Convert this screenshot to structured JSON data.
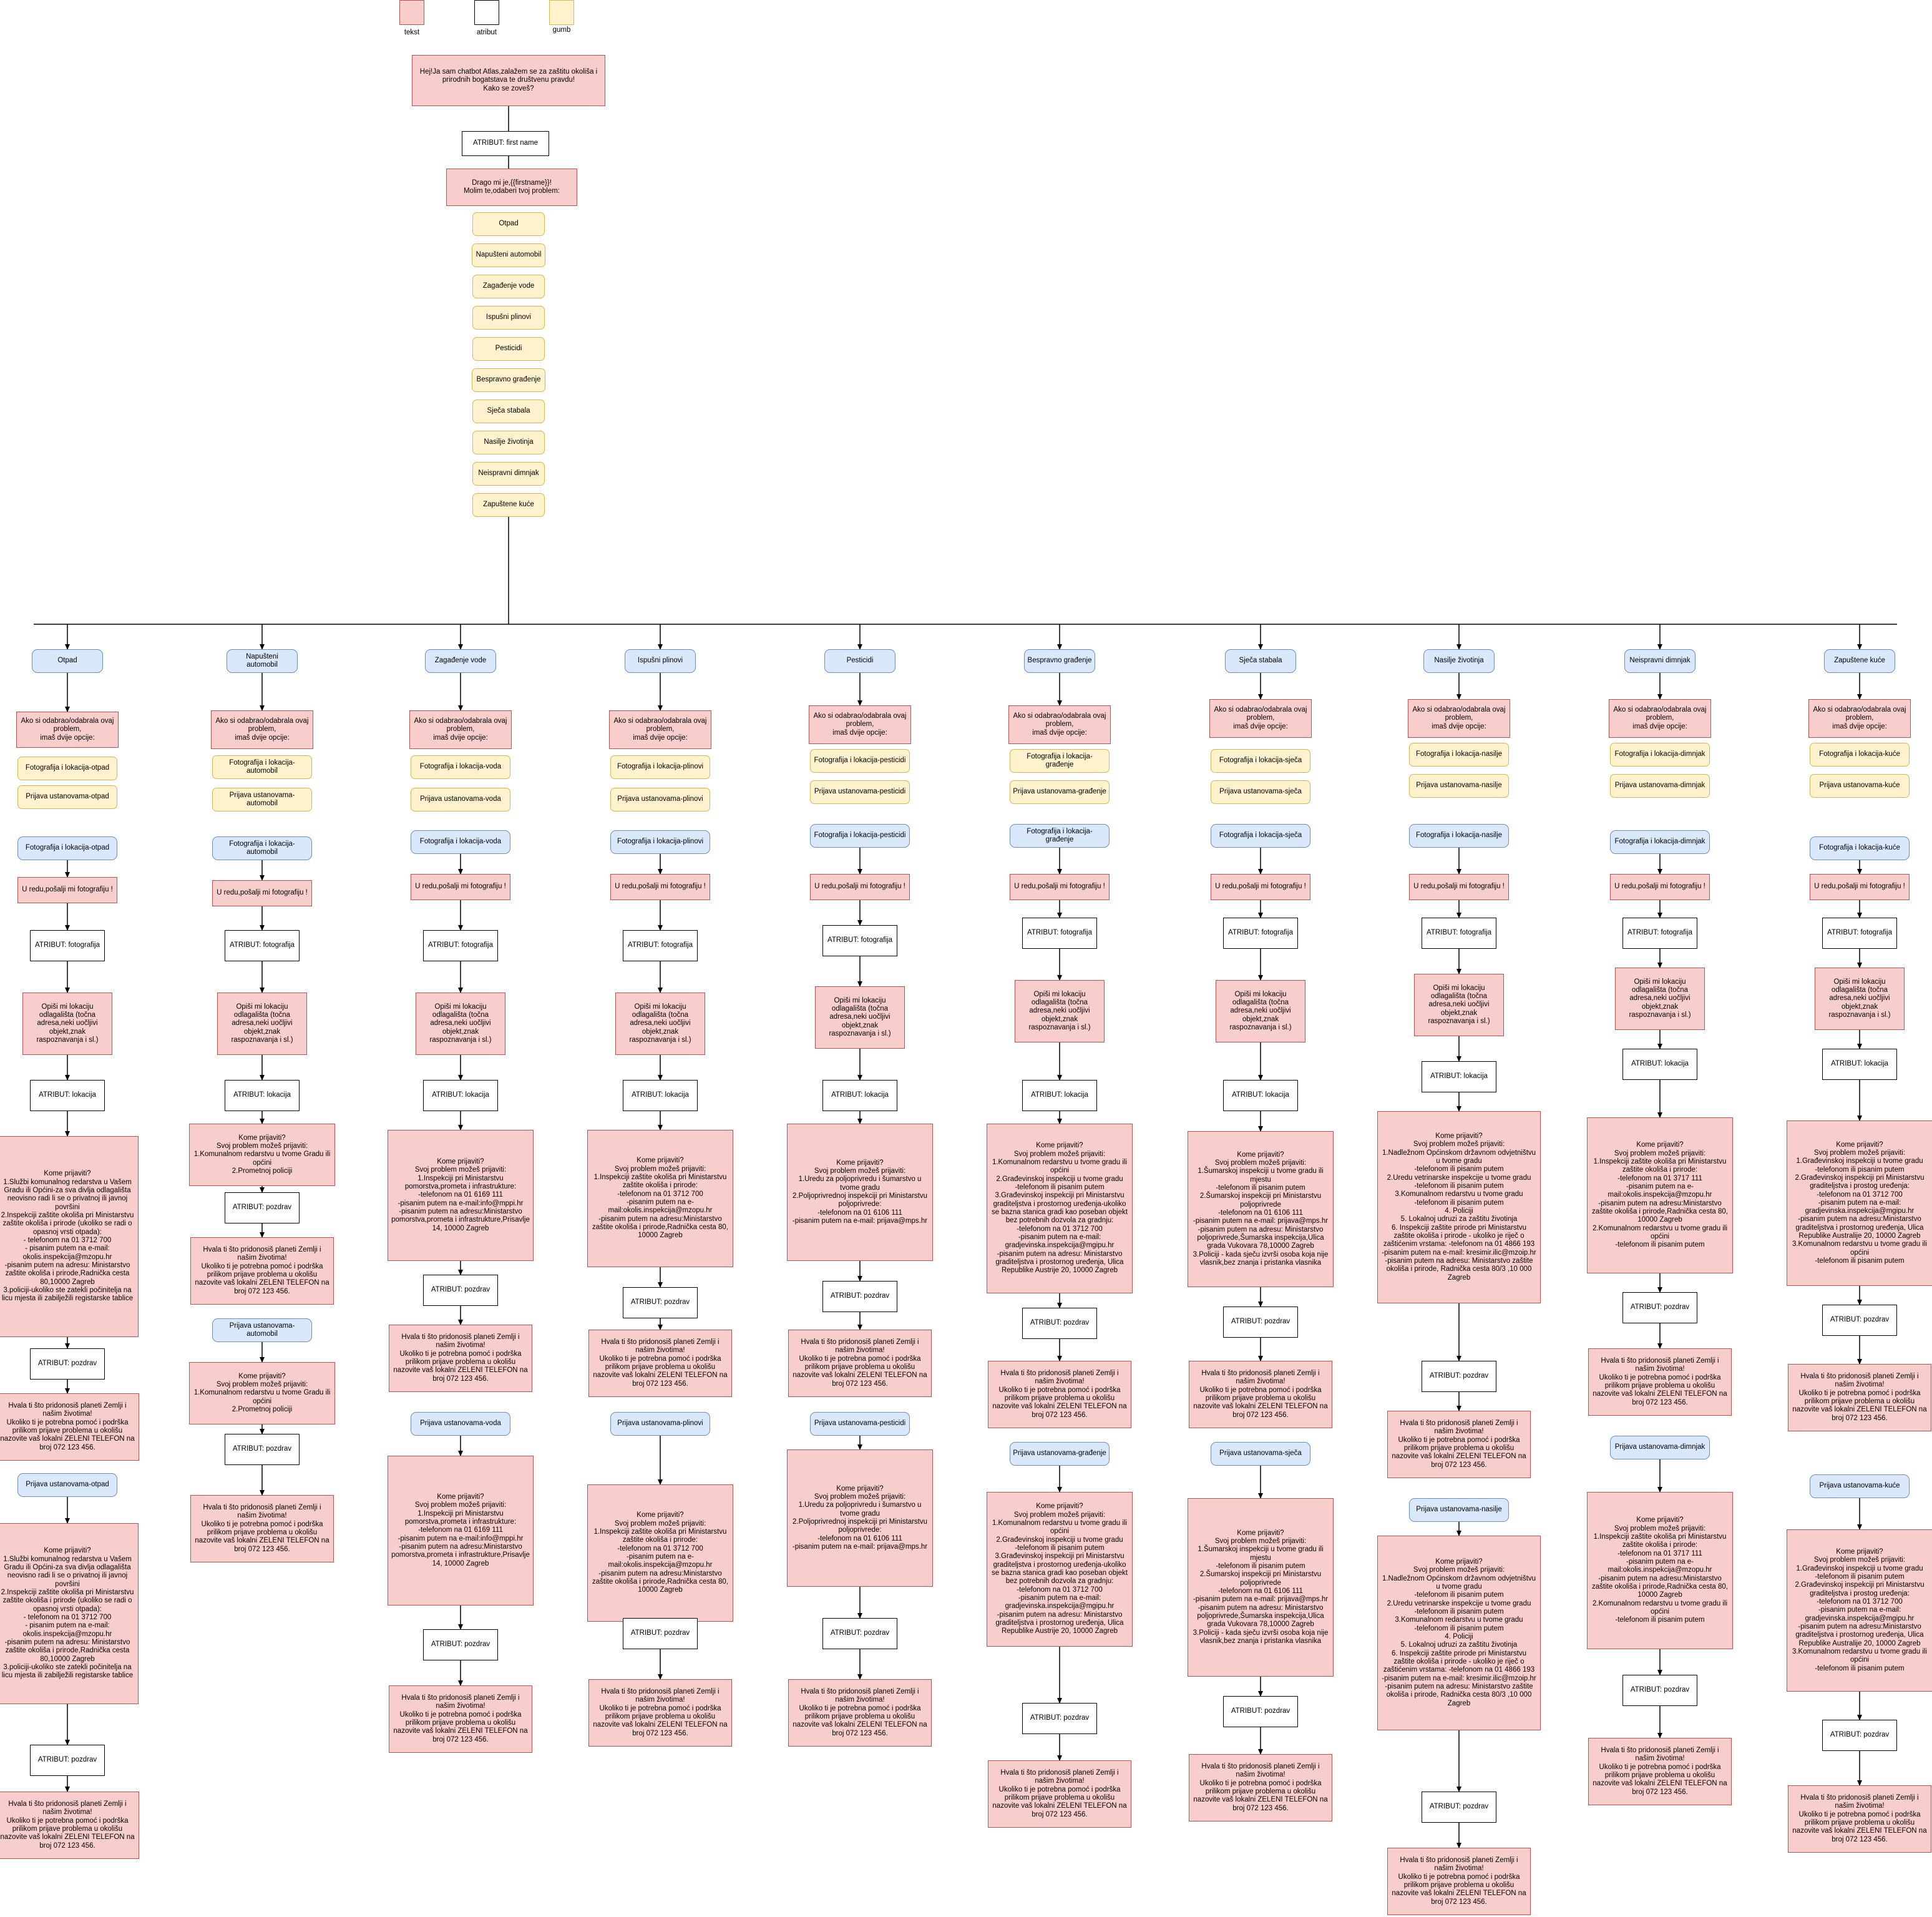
{
  "legend": [
    {
      "type": "text",
      "label": "tekst"
    },
    {
      "type": "attr",
      "label": "atribut"
    },
    {
      "type": "btn",
      "label": "gumb"
    }
  ],
  "intro": {
    "greeting": "Hej!Ja sam chatbot Atlas,zalažem se za zaštitu okoliša i prirodnih bogatstava te društvenu pravdu!\nKako se zoveš?",
    "attr_name": "ATRIBUT: first name",
    "prompt": "Drago mi je,{{firstname}}!\nMolim te,odaberi tvoj problem:",
    "buttons": [
      "Otpad",
      "Napušteni automobil",
      "Zagađenje vode",
      "Ispušni plinovi",
      "Pesticidi",
      "Bespravno građenje",
      "Sječa stabala",
      "Nasilje životinja",
      "Neispravni dimnjak",
      "Zapuštene kuće"
    ]
  },
  "common": {
    "choice_text": "Ako si odabrao/odabrala ovaj problem,\nimaš dvije opcije:",
    "send_photo": "U redu,pošalji mi fotografiju !",
    "attr_photo": "ATRIBUT: fotografija",
    "describe": "Opiši mi lokaciju odlagališta (točna adresa,neki uočljivi objekt,znak raspoznavanja i sl.)",
    "attr_location": "ATRIBUT: lokacija",
    "attr_thanks": "ATRIBUT: pozdrav",
    "thanks": "Hvala ti što pridonosiš planeti Zemlji i našim životima!\nUkoliko ti je potrebna pomoć i podrška prilikom prijave problema u okolišu nazovite vaš lokalni ZELENI TELEFON na broj 072 123 456."
  },
  "columns": [
    {
      "title": "Otpad",
      "btn_photo": "Fotografija i lokacija-otpad",
      "btn_report": "Prijava ustanovama-otpad",
      "opt_photo": "Fotografija i lokacija-otpad",
      "opt_report": "Prijava ustanovama-otpad",
      "report": "Kome prijaviti?\n1.Službi komunalnog redarstva u Vašem Gradu ili Općini-za sva divlja odlagališta neovisno radi li se o privatnoj ili javnoj površini\n2.Inspekciji zaštite okoliša pri Ministarstvu zaštite okoliša i prirode (ukoliko se radi o opasnoj vrsti otpada):\n- telefonom na 01 3712 700\n- pisanim putem na e-mail: okolis.inspekcija@mzopu.hr\n-pisanim putem na adresu: Ministarstvo zaštite okoliša i prirode,Radnička cesta 80,10000 Zagreb\n3.policiji-ukoliko ste zatekli počinitelja na licu mjesta ili zabilježili registarske tablice"
    },
    {
      "title": "Napušteni automobil",
      "btn_photo": "Fotografija i lokacija-automobil",
      "btn_report": "Prijava ustanovama-automobil",
      "opt_photo": "Fotografija i lokacija-automobil",
      "opt_report": "Prijava ustanovama-automobil",
      "report": "Kome prijaviti?\nSvoj problem možeš prijaviti:\n1.Komunalnom redarstvu u tvome Gradu ili općini\n2.Prometnoj policiji"
    },
    {
      "title": "Zagađenje vode",
      "btn_photo": "Fotografija i lokacija-voda",
      "btn_report": "Prijava ustanovama-voda",
      "opt_photo": "Fotografija i lokacija-voda",
      "opt_report": "Prijava ustanovama-voda",
      "report": "Kome prijaviti?\nSvoj problem možeš prijaviti:\n1.Inspekciji pri Ministarstvu pomorstva,prometa i infrastrukture:\n-telefonom na 01 6169 111\n-pisanim putem na e-mail:info@mppi.hr\n-pisanim putem na adresu:Ministarstvo pomorstva,prometa i infrastrukture,Prisavlje 14, 10000 Zagreb"
    },
    {
      "title": "Ispušni plinovi",
      "btn_photo": "Fotografija i lokacija-plinovi",
      "btn_report": "Prijava ustanovama-plinovi",
      "opt_photo": "Fotografija i lokacija-plinovi",
      "opt_report": "Prijava ustanovama-plinovi",
      "report": "Kome prijaviti?\nSvoj problem možeš prijaviti:\n1.Inspekciji zaštite okoliša pri Ministarstvu zaštite okoliša i prirode:\n-telefonom na 01 3712 700\n-pisanim putem na e-mail:okolis.inspekcija@mzopu.hr\n-pisanim putem na adresu:Ministarstvo zaštite okoliša i prirode,Radnička cesta 80, 10000 Zagreb"
    },
    {
      "title": "Pesticidi",
      "btn_photo": "Fotografija i lokacija-pesticidi",
      "btn_report": "Prijava ustanovama-pesticidi",
      "opt_photo": "Fotografija i lokacija-pesticidi",
      "opt_report": "Prijava ustanovama-pesticidi",
      "report": "Kome prijaviti?\nSvoj problem možeš prijaviti:\n1.Uredu za poljoprivredu i šumarstvo u tvome gradu\n2.Poljoprivrednoj inspekciji pri Ministarstvu poljoprivrede:\n-telefonom na 01 6106 111\n-pisanim putem na e-mail: prijava@mps.hr"
    },
    {
      "title": "Bespravno građenje",
      "btn_photo": "Fotografija i lokacija-građenje",
      "btn_report": "Prijava ustanovama-građenje",
      "opt_photo": "Fotografija i lokacija-građenje",
      "opt_report": "Prijava ustanovama-građenje",
      "report": "Kome prijaviti?\nSvoj problem možeš prijaviti:\n1.Komunalnom redarstvu u tvome gradu ili općini\n2.Građevinskoj inspekciji u tvome gradu\n-telefonom ili pisanim putem\n3.Građevinskoj inspekciji pri Ministarstvu graditeljstva i prostornog uređenja-ukoliko se bazna stanica gradi kao poseban objekt bez potrebnih dozvola za gradnju:\n-telefonom na 01 3712 700\n-pisanim putem na e-mail: gradjevinska.inspekcija@mgipu.hr\n-pisanim putem na adresu: Ministarstvo graditeljstva i prostornog uređenja, Ulica Republike Austrije 20, 10000 Zagreb"
    },
    {
      "title": "Sječa stabala",
      "btn_photo": "Fotografija i lokacija-sječa",
      "btn_report": "Prijava ustanovama-sječa",
      "opt_photo": "Fotografija i lokacija-sječa",
      "opt_report": "Prijava ustanovama-sječa",
      "report": "Kome prijaviti?\nSvoj problem možeš prijaviti:\n1.Šumarskoj inspekciji u tvome gradu ili mjestu\n-telefonom ili pisanim putem\n2.Šumarskoj inspekciji pri Ministarstvu poljoprivrede\n-telefonom na 01 6106 111\n-pisanim putem na e-mail: prijava@mps.hr\n-pisanim putem na adresu: Ministarstvo poljoprivrede,Šumarska inspekcija,Ulica grada Vukovara 78,10000 Zagreb\n3.Policiji - kada sječu izvrši osoba koja nije vlasnik,bez znanja i pristanka vlasnika"
    },
    {
      "title": "Nasilje životinja",
      "btn_photo": "Fotografija i lokacija-nasilje",
      "btn_report": "Prijava ustanovama-nasilje",
      "opt_photo": "Fotografija i lokacija-nasilje",
      "opt_report": "Prijava ustanovama-nasilje",
      "report": "Kome prijaviti?\nSvoj problem možeš prijaviti:\n1.Nadležnom Općinskom državnom odvjetništvu u tvome gradu\n-telefonom ili pisanim putem\n2.Uredu vetrinarske inspekcije u tvome gradu\n-telefonom ili pisanim putem\n3.Komunalnom redarstvu u tvome gradu\n-telefonom ili pisanim putem\n4. Policiji\n5. Lokalnoj udruzi za zaštitu životinja\n6. Inspekciji zaštite prirode pri Ministarstvu zaštite okoliša i prirode - ukoliko je riječ o zaštićenim vrstama: -telefonom na 01 4866 193\n-pisanim putem na e-mail: kresimir.ilic@mzoip.hr\n-pisanim putem na adresu: Ministarstvo zaštite okoliša i prirode, Radnička cesta 80/3 ,10 000 Zagreb"
    },
    {
      "title": "Neispravni dimnjak",
      "btn_photo": "Fotografija i lokacija-dimnjak",
      "btn_report": "Prijava ustanovama-dimnjak",
      "opt_photo": "Fotografija i lokacija-dimnjak",
      "opt_report": "Prijava ustanovama-dimnjak",
      "report": "Kome prijaviti?\nSvoj problem možeš prijaviti:\n1.Inspekciji zaštite okoliša pri Ministarstvu zaštite okoliša i prirode:\n-telefonom na 01 3717 111\n-pisanim putem na e-mail:okolis.inspekcija@mzopu.hr\n-pisanim putem na adresu:Ministarstvo zaštite okoliša i prirode,Radnička cesta 80, 10000 Zagreb\n2.Komunalnom redarstvu u tvome gradu ili općini\n-telefonom ili pisanim putem"
    },
    {
      "title": "Zapuštene kuće",
      "btn_photo": "Fotografija i lokacija-kuće",
      "btn_report": "Prijava ustanovama-kuće",
      "opt_photo": "Fotografija i lokacija-kuće",
      "opt_report": "Prijava ustanovama-kuće",
      "report": "Kome prijaviti?\nSvoj problem možeš prijaviti:\n1.Građevinskoj inspekciji u tvome gradu\n-telefonom ili pisanim putem\n2.Građevinskoj inspekciji pri Ministarstvu graditeljstva i prostog uređenja:\n-telefonom na 01 3712 700\n-pisanim putem na e-mail: gradjevinska.inspekcija@mgipu.hr\n-pisanim putem na adresu:Ministarstvo graditeljstva i prostornog uređenja, Ulica Republike Australije 20, 10000 Zagreb\n3.Komunalnom redarstvu u tvome gradu ili općini\n-telefonom ili pisanim putem"
    }
  ]
}
